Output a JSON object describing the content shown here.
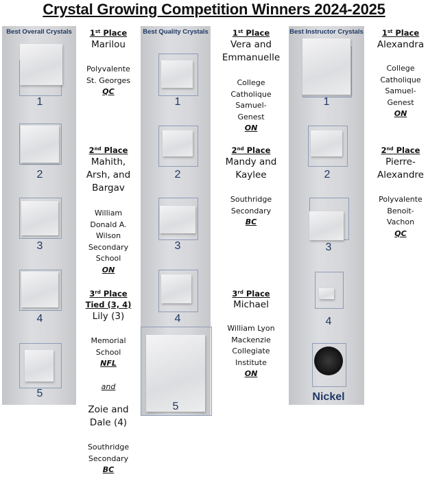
{
  "title": "Crystal Growing Competition Winners 2024-2025",
  "panels": [
    {
      "header": "Best Overall Crystals",
      "labels": [
        "1",
        "2",
        "3",
        "4",
        "5"
      ]
    },
    {
      "header": "Best Quality Crystals",
      "labels": [
        "1",
        "2",
        "3",
        "4",
        "5"
      ]
    },
    {
      "header": "Best Instructor Crystals",
      "labels": [
        "1",
        "2",
        "3",
        "4",
        "Nickel"
      ]
    }
  ],
  "columns": [
    {
      "entries": [
        {
          "place_num": "1",
          "place_sup": "st",
          "place_word": "Place",
          "names": [
            "Marilou"
          ],
          "school": [
            "Polyvalente",
            "St. Georges"
          ],
          "province": "QC"
        },
        {
          "place_num": "2",
          "place_sup": "nd",
          "place_word": "Place",
          "names": [
            "Mahith,",
            "Arsh, and",
            "Bargav"
          ],
          "school": [
            "William",
            "Donald A.",
            "Wilson",
            "Secondary",
            "School"
          ],
          "province": "ON"
        },
        {
          "place_num": "3",
          "place_sup": "rd",
          "place_word": "Place",
          "tied": "Tied (3, 4)",
          "names": [
            "Lily (3)"
          ],
          "school": [
            "Memorial",
            "School"
          ],
          "province": "NFL",
          "conjunction": "and",
          "names2": [
            "Zoie and",
            "Dale (4)"
          ],
          "school2": [
            "Southridge",
            "Secondary"
          ],
          "province2": "BC"
        }
      ]
    },
    {
      "entries": [
        {
          "place_num": "1",
          "place_sup": "st",
          "place_word": "Place",
          "names": [
            "Vera and",
            "Emmanuelle"
          ],
          "school": [
            "College",
            "Catholique",
            "Samuel-",
            "Genest"
          ],
          "province": "ON"
        },
        {
          "place_num": "2",
          "place_sup": "nd",
          "place_word": "Place",
          "names": [
            "Mandy and",
            "Kaylee"
          ],
          "school": [
            "Southridge",
            "Secondary"
          ],
          "province": "BC"
        },
        {
          "place_num": "3",
          "place_sup": "rd",
          "place_word": "Place",
          "names": [
            "Michael"
          ],
          "school": [
            "William Lyon",
            "Mackenzie",
            "Collegiate",
            "Institute"
          ],
          "province": "ON"
        }
      ]
    },
    {
      "entries": [
        {
          "place_num": "1",
          "place_sup": "st",
          "place_word": "Place",
          "names": [
            "Alexandra"
          ],
          "school": [
            "College",
            "Catholique",
            "Samuel-",
            "Genest"
          ],
          "province": "ON"
        },
        {
          "place_num": "2",
          "place_sup": "nd",
          "place_word": "Place",
          "names": [
            "Pierre-",
            "Alexandre"
          ],
          "school": [
            "Polyvalente",
            "Benoit-",
            "Vachon"
          ],
          "province": "QC"
        }
      ]
    }
  ]
}
